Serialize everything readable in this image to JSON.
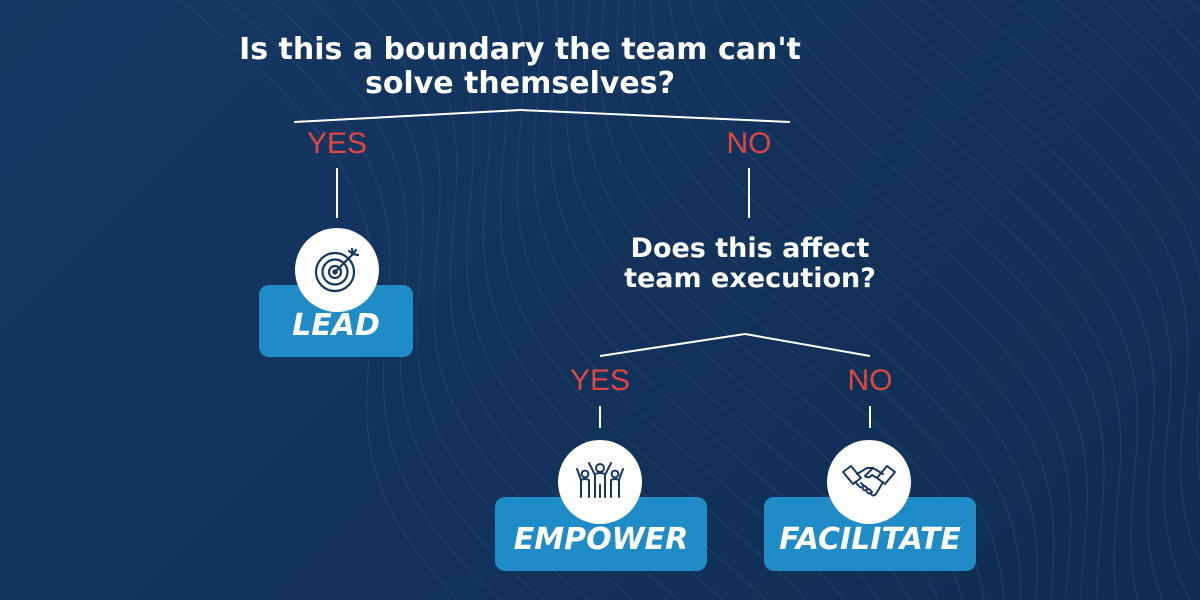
{
  "question_1": "Is this a boundary the team can't solve themselves?",
  "question_2": "Does this affect team execution?",
  "branches": {
    "q1_yes": "YES",
    "q1_no": "NO",
    "q2_yes": "YES",
    "q2_no": "NO"
  },
  "outcomes": {
    "lead": {
      "label": "LEAD",
      "icon": "target-icon"
    },
    "empower": {
      "label": "EMPOWER",
      "icon": "team-celebration-icon"
    },
    "facilitate": {
      "label": "FACILITATE",
      "icon": "handshake-icon"
    }
  },
  "colors": {
    "background": "#153763",
    "branch_label": "#e0463f",
    "outcome_box": "#1f8cc8",
    "text": "#ffffff",
    "icon_stroke": "#17375f"
  }
}
